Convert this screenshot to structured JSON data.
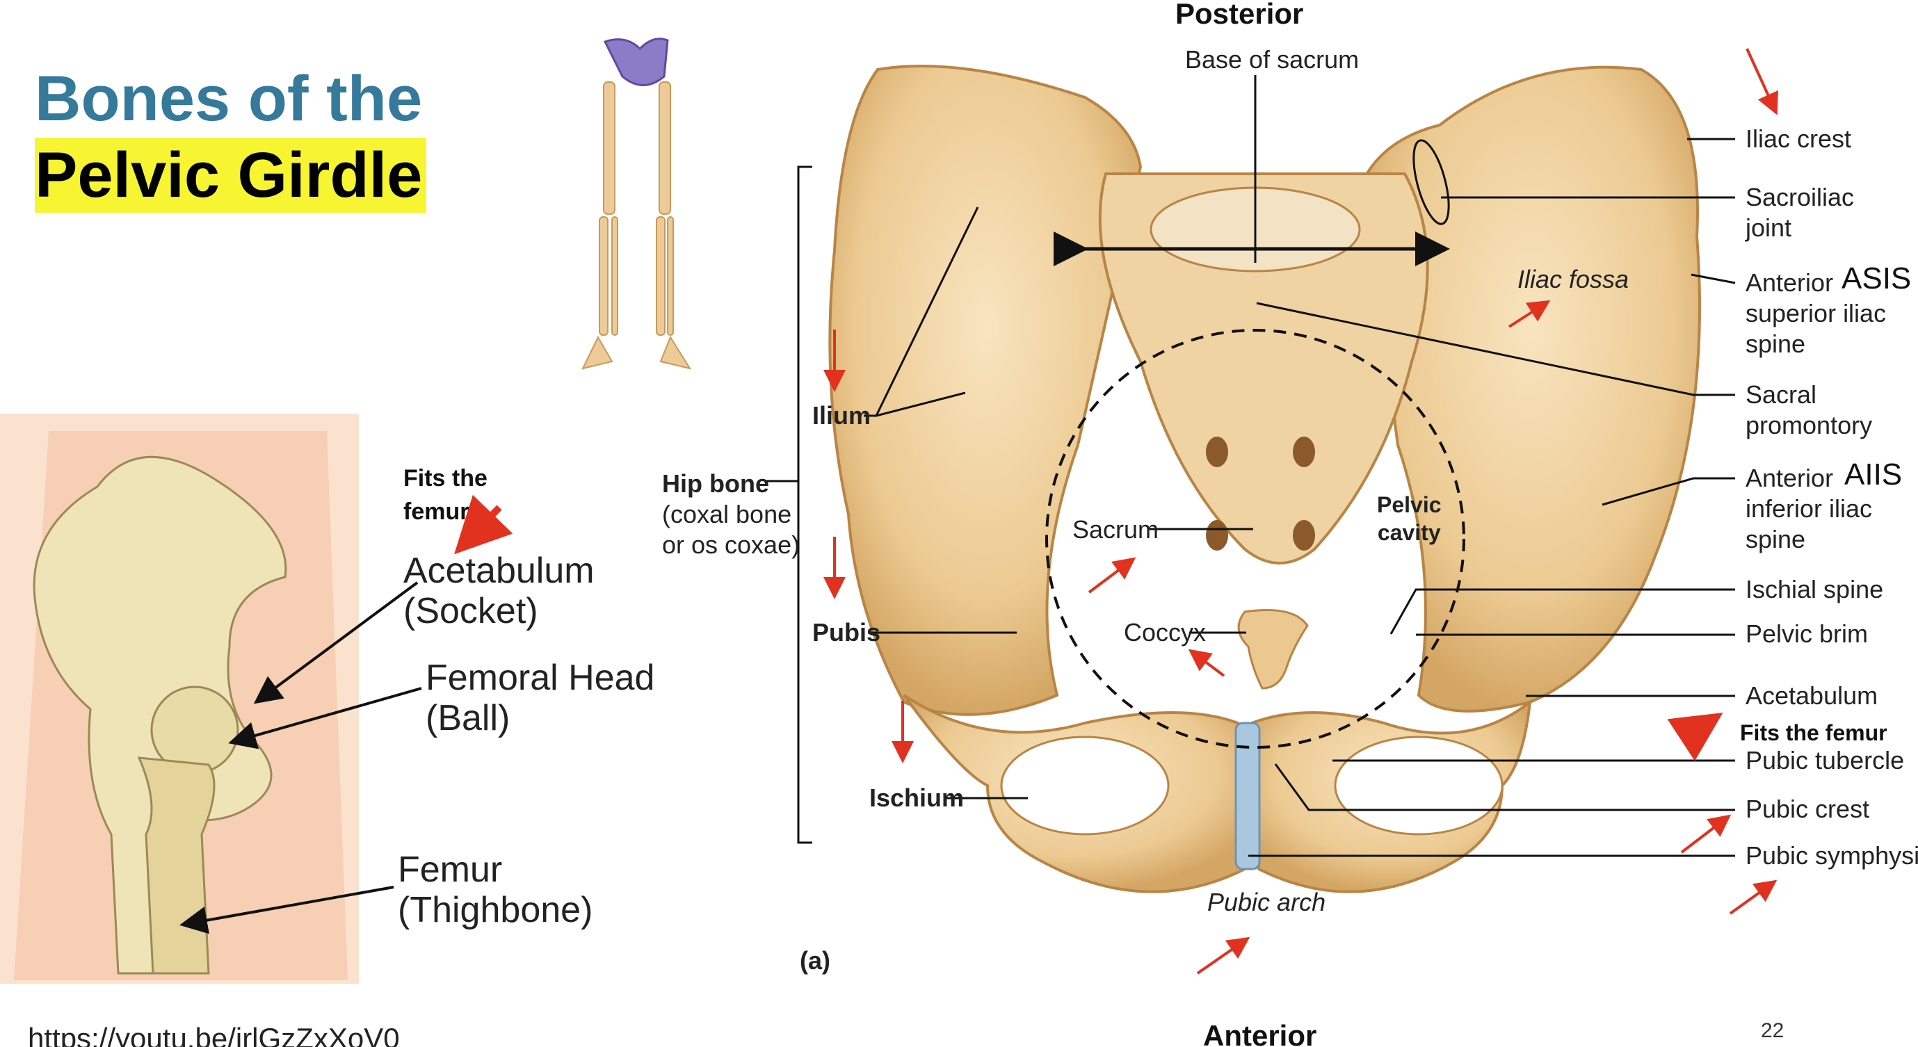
{
  "title": {
    "line1": "Bones of the",
    "line2": "Pelvic Girdle"
  },
  "hip_illustration": {
    "note": "Fits the femur",
    "acetabulum": "Acetabulum\n(Socket)",
    "femoral_head": "Femoral Head\n(Ball)",
    "femur": "Femur\n(Thighbone)"
  },
  "orientation": {
    "posterior": "Posterior",
    "anterior": "Anterior"
  },
  "pelvis_labels": {
    "base_of_sacrum": "Base of sacrum",
    "hip_bone": "Hip bone",
    "hip_bone_sub": "(coxal bone\nor os coxae)",
    "ilium": "Ilium",
    "pubis": "Pubis",
    "ischium": "Ischium",
    "sacrum": "Sacrum",
    "coccyx": "Coccyx",
    "pelvic_cavity": "Pelvic\ncavity",
    "iliac_fossa": "Iliac fossa",
    "pubic_arch": "Pubic arch",
    "figure_letter": "(a)"
  },
  "right_labels": [
    "Iliac crest",
    "Sacroiliac\njoint",
    "Anterior\nsuperior iliac\nspine",
    "Sacral\npromontory",
    "Anterior\ninferior iliac\nspine",
    "Ischial spine",
    "Pelvic brim",
    "Acetabulum",
    "Pubic tubercle",
    "Pubic crest",
    "Pubic symphysis"
  ],
  "abbreviations": {
    "asis": "ASIS",
    "aiis": "AIIS"
  },
  "fits_femur_right": "Fits the femur",
  "footer": {
    "url": "https://youtu.be/irlGzZxXoV0",
    "page_number": "22"
  },
  "colors": {
    "title_blue": "#35799b",
    "highlight": "#f7f531",
    "arrow_red": "#e0321f",
    "bone": "#eed1a1",
    "cartilage": "#a9c8e0"
  }
}
